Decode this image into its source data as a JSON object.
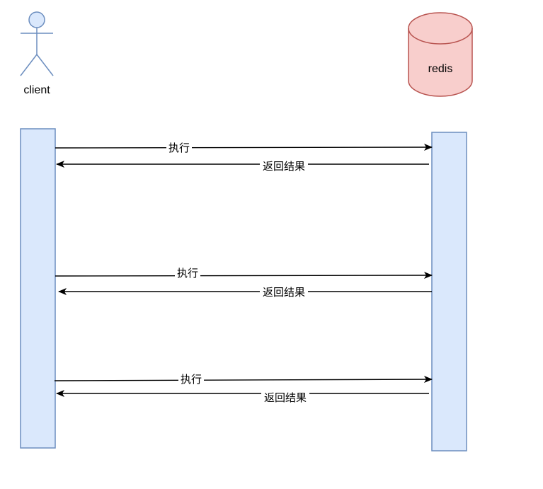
{
  "diagram": {
    "type": "sequence",
    "participants": [
      {
        "id": "client",
        "label": "client",
        "shape": "actor",
        "fill": "#dae8fc",
        "stroke": "#6c8ebf"
      },
      {
        "id": "redis",
        "label": "redis",
        "shape": "cylinder",
        "fill": "#f8cecc",
        "stroke": "#b85450"
      }
    ],
    "activation_style": {
      "fill": "#dae8fc",
      "stroke": "#6c8ebf"
    },
    "messages": [
      {
        "from": "client",
        "to": "redis",
        "label": "执行"
      },
      {
        "from": "redis",
        "to": "client",
        "label": "返回结果"
      },
      {
        "from": "client",
        "to": "redis",
        "label": "执行"
      },
      {
        "from": "redis",
        "to": "client",
        "label": "返回结果"
      },
      {
        "from": "client",
        "to": "redis",
        "label": "执行"
      },
      {
        "from": "redis",
        "to": "client",
        "label": "返回结果"
      }
    ],
    "edge_color": "#000000"
  }
}
